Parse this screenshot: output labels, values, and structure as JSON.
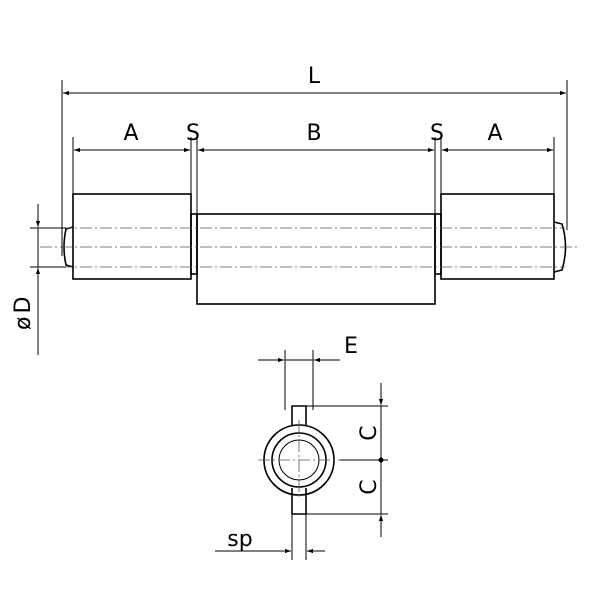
{
  "labels": {
    "L": "L",
    "A_left": "A",
    "S_left": "S",
    "B": "B",
    "S_right": "S",
    "A_right": "A",
    "D": "D",
    "diameter_symbol": "ø",
    "E": "E",
    "C_top": "C",
    "C_bottom": "C",
    "sp": "sp"
  }
}
